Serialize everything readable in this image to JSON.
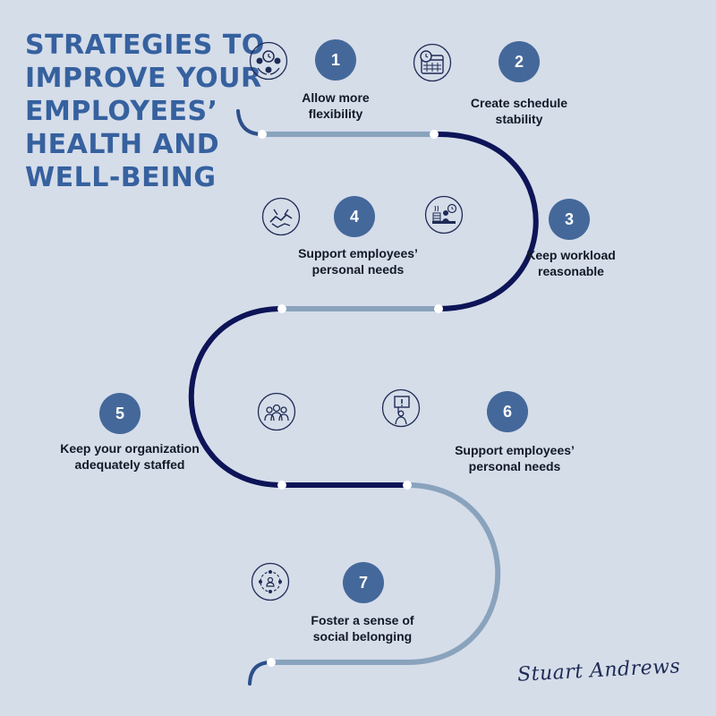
{
  "title": {
    "lines": [
      "STRATEGIES TO",
      "IMPROVE YOUR",
      "EMPLOYEES’",
      "HEALTH AND",
      "WELL-BEING"
    ]
  },
  "steps": [
    {
      "number": "1",
      "line1": "Allow more",
      "line2": "flexibility",
      "icon": "clock-people-icon"
    },
    {
      "number": "2",
      "line1": "Create schedule",
      "line2": "stability",
      "icon": "calendar-clock-icon"
    },
    {
      "number": "3",
      "line1": "Keep workload",
      "line2": "reasonable",
      "icon": "desk-worker-icon"
    },
    {
      "number": "4",
      "line1": "Support employees’",
      "line2": "personal needs",
      "icon": "handshake-icon"
    },
    {
      "number": "5",
      "line1": "Keep your organization",
      "line2": "adequately staffed",
      "icon": "team-icon"
    },
    {
      "number": "6",
      "line1": "Support employees’",
      "line2": "personal needs",
      "icon": "protest-sign-icon"
    },
    {
      "number": "7",
      "line1": "Foster a sense of",
      "line2": "social belonging",
      "icon": "network-icon"
    }
  ],
  "signature": "Stuart Andrews",
  "colors": {
    "background": "#d5dde9",
    "title": "#36619f",
    "number_badge": "#44689a",
    "path_dark": "#0d1457",
    "path_light": "#8aa3bd",
    "icon_stroke": "#1e2b55"
  }
}
